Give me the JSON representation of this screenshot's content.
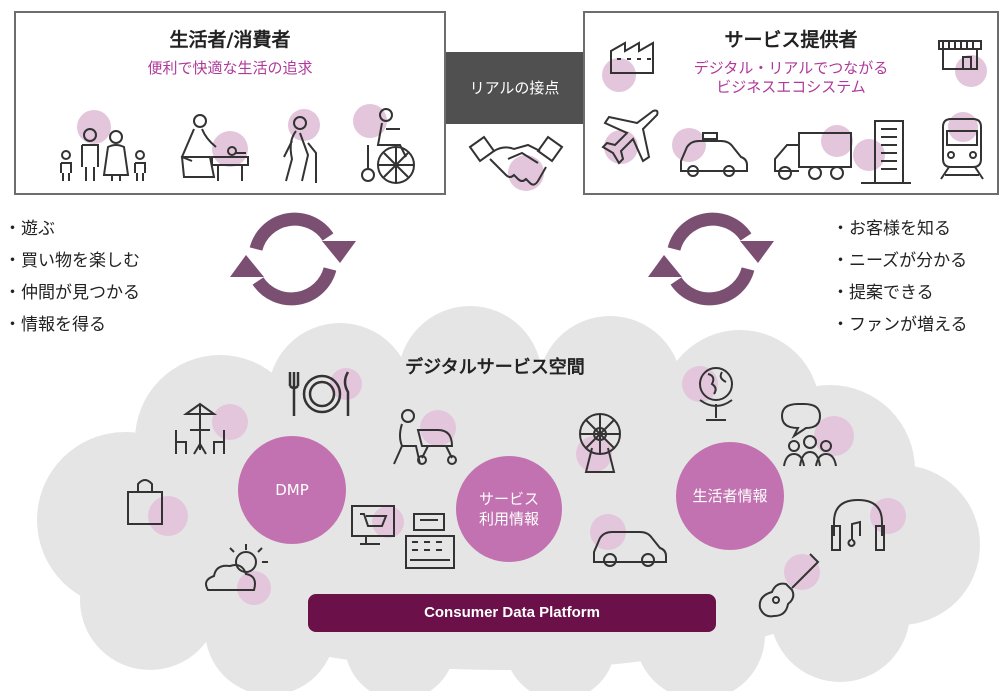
{
  "consumer_box": {
    "title": "生活者/消費者",
    "subtitle": "便利で快適な生活の追求"
  },
  "provider_box": {
    "title": "サービス提供者",
    "subtitle_line1": "デジタル・リアルでつながる",
    "subtitle_line2": "ビジネスエコシステム"
  },
  "connector": {
    "label": "リアルの接点"
  },
  "left_list": [
    "・遊ぶ",
    "・買い物を楽しむ",
    "・仲間が見つかる",
    "・情報を得る"
  ],
  "right_list": [
    "・お客様を知る",
    "・ニーズが分かる",
    "・提案できる",
    "・ファンが増える"
  ],
  "cloud": {
    "title": "デジタルサービス空間",
    "nodes": {
      "dmp": "DMP",
      "service_line1": "サービス",
      "service_line2": "利用情報",
      "consumer_info": "生活者情報"
    },
    "platform": "Consumer Data Platform"
  },
  "colors": {
    "accent_magenta": "#b0399b",
    "node_purple": "#c272b0",
    "platform_dark": "#6b1048",
    "cycle_arrow": "#7b4f71",
    "cloud_gray": "#e5e5e5",
    "icon_blob": "#e3c6dc"
  },
  "icons": [
    "family-icon",
    "baby-care-icon",
    "elderly-walking-icon",
    "wheelchair-icon",
    "handshake-icon",
    "factory-icon",
    "storefront-icon",
    "airplane-icon",
    "taxi-icon",
    "truck-icon",
    "building-icon",
    "train-icon",
    "cafe-table-icon",
    "dining-icon",
    "shopping-bag-icon",
    "weather-icon",
    "mother-stroller-icon",
    "ferris-wheel-icon",
    "shopping-cart-computer-icon",
    "cash-register-icon",
    "car-icon",
    "globe-icon",
    "community-chat-icon",
    "headphones-icon",
    "guitar-icon",
    "cycle-arrows-icon"
  ]
}
